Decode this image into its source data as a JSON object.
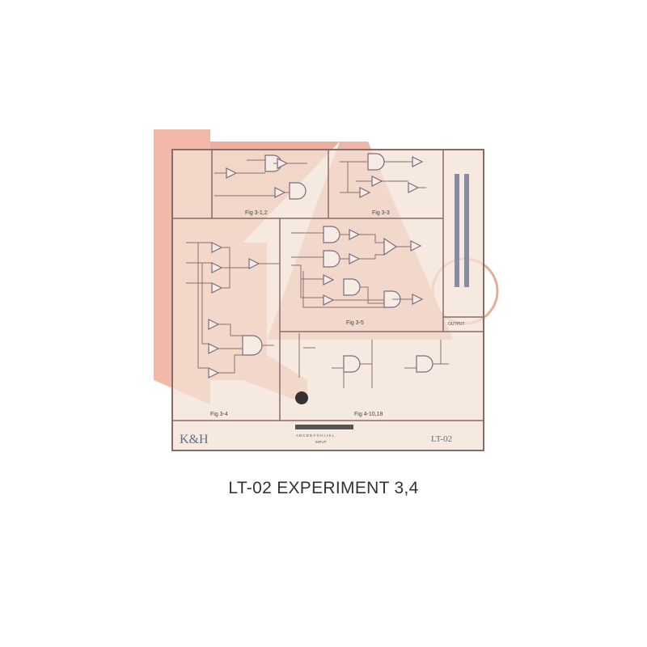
{
  "board": {
    "brand": "K&H",
    "model": "LT-02",
    "figures": [
      "Fig 3-1,2",
      "Fig 3-3",
      "Fig 3-4",
      "Fig 3-5",
      "Fig 4-10,18"
    ],
    "input_label": "INPUT",
    "input_pins": "A B C D E F G H I J K L",
    "output_label": "OUTPUT",
    "colors": {
      "board": "#f3e3d6",
      "line": "#8a6a6a",
      "watermark": "#e58f78"
    }
  },
  "caption": "LT-02 EXPERIMENT 3,4"
}
